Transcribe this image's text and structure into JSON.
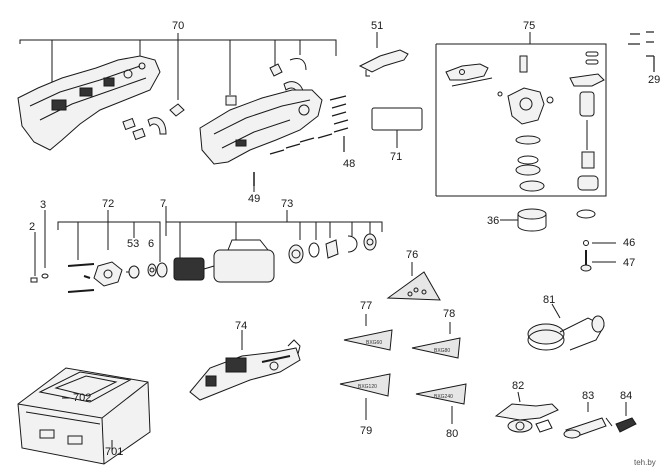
{
  "diagram": {
    "callouts": {
      "c70": "70",
      "c51": "51",
      "c75": "75",
      "c29": "29",
      "c71": "71",
      "c48": "48",
      "c49": "49",
      "c2": "2",
      "c3": "3",
      "c72": "72",
      "c53": "53",
      "c6": "6",
      "c7": "7",
      "c73": "73",
      "c36": "36",
      "c46": "46",
      "c47": "47",
      "c76": "76",
      "c77": "77",
      "c78": "78",
      "c81": "81",
      "c74": "74",
      "c79": "79",
      "c80": "80",
      "c82": "82",
      "c83": "83",
      "c84": "84",
      "c702": "702",
      "c701": "701"
    },
    "pad_texts": {
      "p77": "BXG60",
      "p78": "BXG80",
      "p79": "BXG120",
      "p80": "BXG240"
    },
    "watermark": "teh.by"
  },
  "colors": {
    "line": "#1a1a1a",
    "body_fill": "#f2f2f2",
    "pad_fill": "#e6e6e6",
    "dark_part": "#333333"
  }
}
